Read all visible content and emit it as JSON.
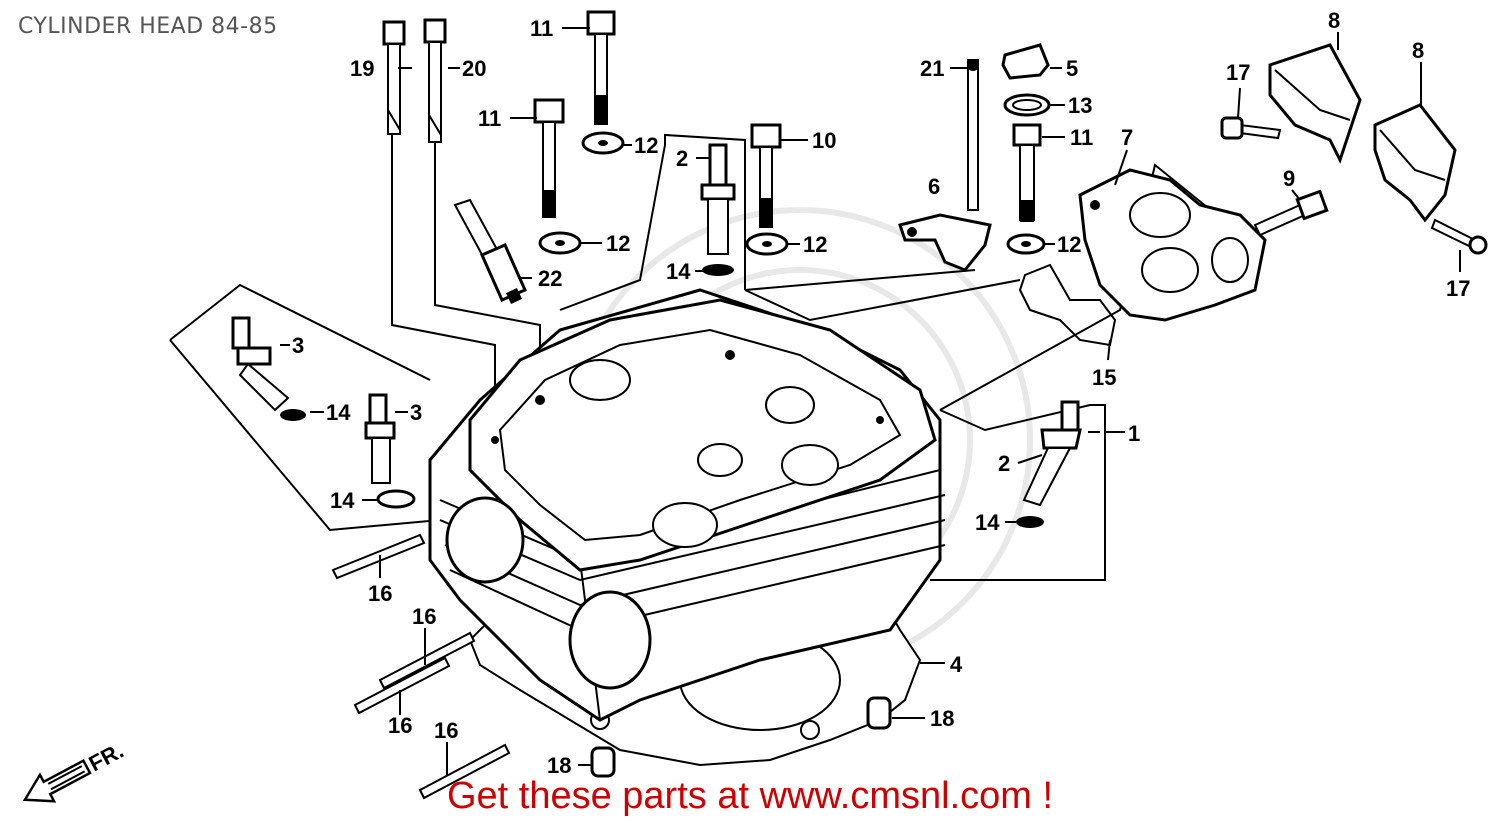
{
  "title": "CYLINDER HEAD 84-85",
  "footer": "Get these parts at www.cmsnl.com !",
  "direction_label": "FR.",
  "callouts": {
    "c1": "1",
    "c2a": "2",
    "c2b": "2",
    "c3a": "3",
    "c3b": "3",
    "c4": "4",
    "c5": "5",
    "c6": "6",
    "c7": "7",
    "c8a": "8",
    "c8b": "8",
    "c9": "9",
    "c10": "10",
    "c11a": "11",
    "c11b": "11",
    "c11c": "11",
    "c12a": "12",
    "c12b": "12",
    "c12c": "12",
    "c12d": "12",
    "c13": "13",
    "c14a": "14",
    "c14b": "14",
    "c14c": "14",
    "c14d": "14",
    "c15": "15",
    "c16a": "16",
    "c16b": "16",
    "c16c": "16",
    "c16d": "16",
    "c17a": "17",
    "c17b": "17",
    "c18a": "18",
    "c18b": "18",
    "c19": "19",
    "c20": "20",
    "c21": "21",
    "c22": "22"
  },
  "colors": {
    "footer": "#cc0000",
    "title": "#555555",
    "ink": "#000000"
  }
}
